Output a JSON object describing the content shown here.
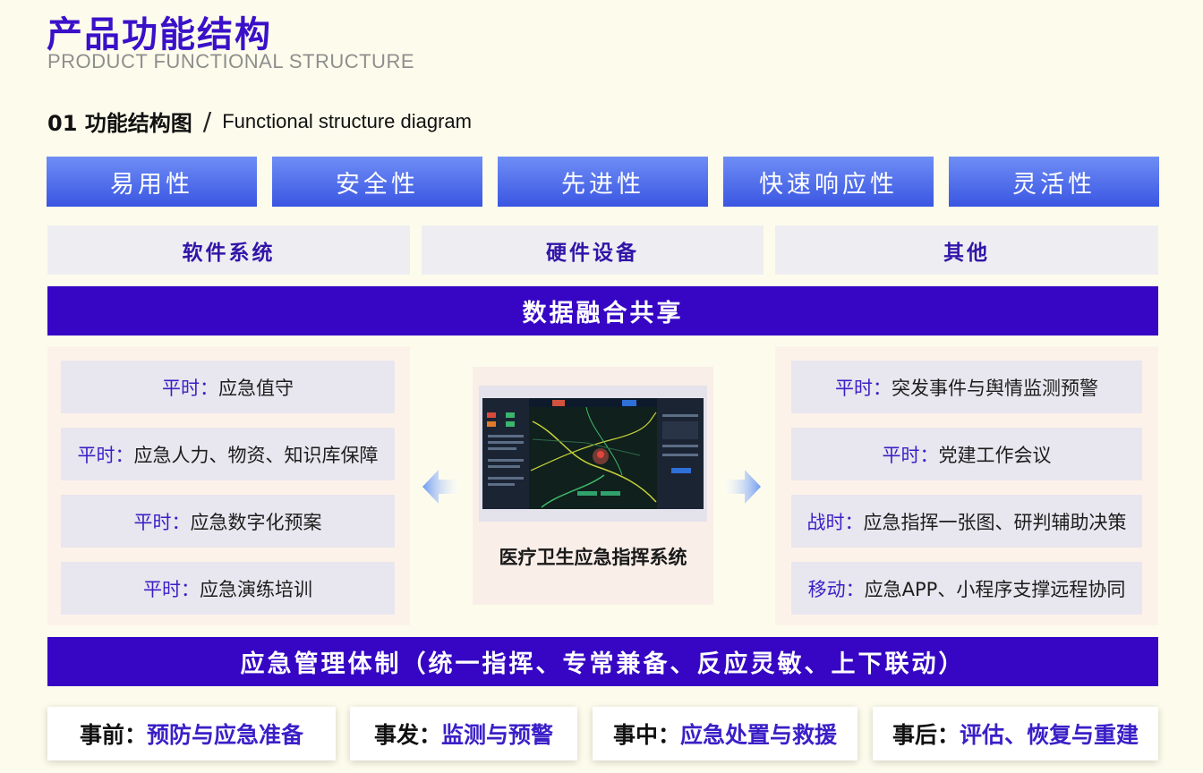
{
  "header": {
    "title_cn": "产品功能结构",
    "title_en": "PRODUCT FUNCTIONAL STRUCTURE"
  },
  "section": {
    "number_cn": "01 功能结构图",
    "separator": "/",
    "name_en": "Functional structure diagram"
  },
  "features": [
    "易用性",
    "安全性",
    "先进性",
    "快速响应性",
    "灵活性"
  ],
  "categories": [
    "软件系统",
    "硬件设备",
    "其他"
  ],
  "data_band": "数据融合共享",
  "left_items": [
    {
      "prefix": "平时：",
      "text": "应急值守"
    },
    {
      "prefix": "平时：",
      "text": "应急人力、物资、知识库保障"
    },
    {
      "prefix": "平时：",
      "text": "应急数字化预案"
    },
    {
      "prefix": "平时：",
      "text": "应急演练培训"
    }
  ],
  "center_system": "医疗卫生应急指挥系统",
  "right_items": [
    {
      "prefix": "平时：",
      "text": "突发事件与舆情监测预警"
    },
    {
      "prefix": "平时：",
      "text": "党建工作会议"
    },
    {
      "prefix": "战时：",
      "text": "应急指挥一张图、研判辅助决策"
    },
    {
      "prefix": "移动：",
      "text": "应急APP、小程序支撑远程协同"
    }
  ],
  "mgmt_band": "应急管理体制（统一指挥、专常兼备、反应灵敏、上下联动）",
  "stages": [
    {
      "label": "事前：",
      "value": "预防与应急准备"
    },
    {
      "label": "事发：",
      "value": "监测与预警"
    },
    {
      "label": "事中：",
      "value": "应急处置与救援"
    },
    {
      "label": "事后：",
      "value": "评估、恢复与重建"
    }
  ],
  "colors": {
    "background": "#fdfcec",
    "title_purple": "#3a10c9",
    "band_purple": "#3606c4",
    "feature_blue_light": "#6f8ef5",
    "feature_blue_dark": "#3a56e2",
    "accent_text": "#3b1fc7",
    "arrow_blue": "#6f9bf0"
  },
  "icons": {
    "left_arrow": "arrow-left-icon",
    "right_arrow": "arrow-right-icon",
    "map_marker": "map-pin-icon"
  }
}
